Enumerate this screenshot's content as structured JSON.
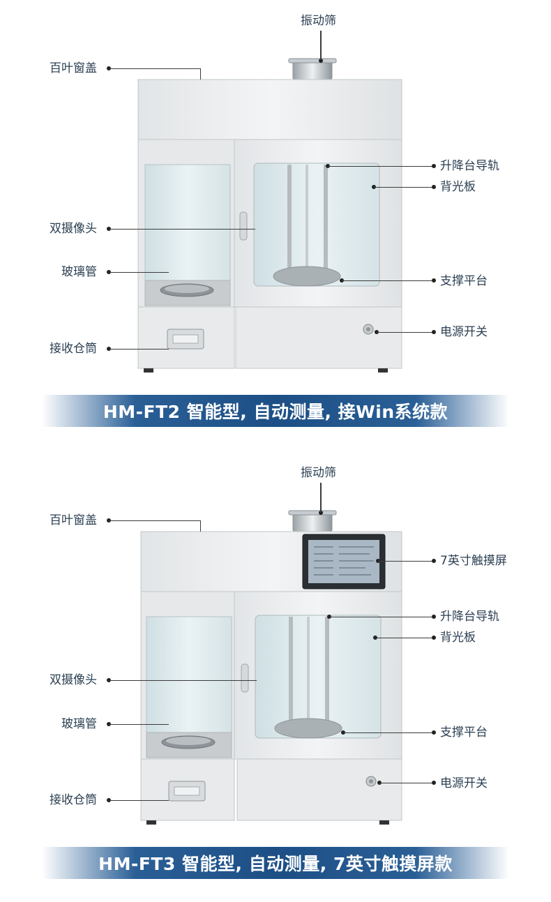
{
  "panels": [
    {
      "title": "HM-FT2 智能型, 自动测量, 接Win系统款",
      "has_touchscreen": false,
      "labels": {
        "sieve": "振动筛",
        "louver_cover": "百叶窗盖",
        "lift_rail": "升降台导轨",
        "backlight": "背光板",
        "dual_camera": "双摄像头",
        "glass_tube": "玻璃管",
        "support_platform": "支撑平台",
        "power_switch": "电源开关",
        "receiving_bin": "接收仓筒"
      }
    },
    {
      "title": "HM-FT3 智能型, 自动测量, 7英寸触摸屏款",
      "has_touchscreen": true,
      "labels": {
        "sieve": "振动筛",
        "louver_cover": "百叶窗盖",
        "touchscreen": "7英寸触摸屏",
        "lift_rail": "升降台导轨",
        "backlight": "背光板",
        "dual_camera": "双摄像头",
        "glass_tube": "玻璃管",
        "support_platform": "支撑平台",
        "power_switch": "电源开关",
        "receiving_bin": "接收仓筒"
      }
    }
  ],
  "colors": {
    "banner": "#1d4f86",
    "label_text": "#2b3f52",
    "machine_body": "#e9ebec",
    "glass": "#dbe8ec"
  }
}
